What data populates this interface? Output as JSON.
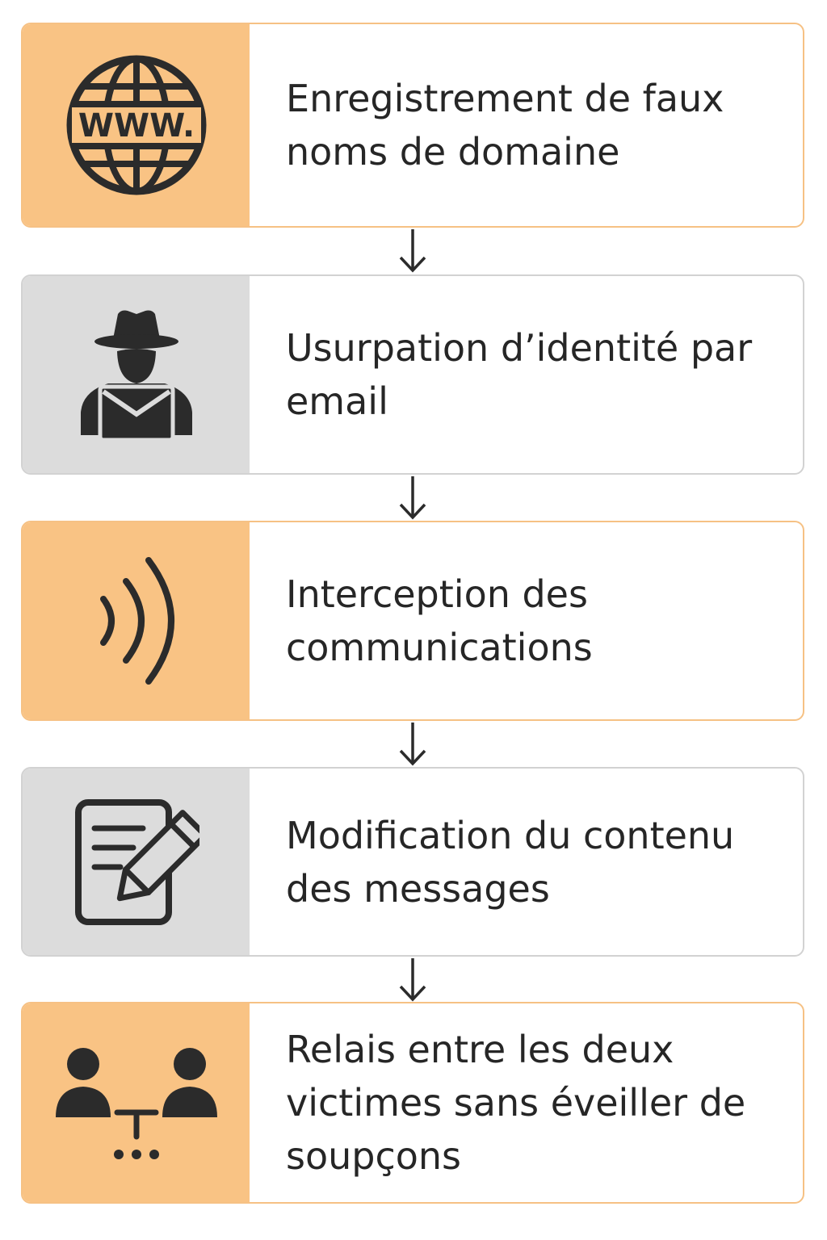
{
  "steps": [
    {
      "label": "Enregistrement de faux noms de domaine",
      "icon": "www-globe-icon",
      "tone": "orange",
      "icon_text": "WWW."
    },
    {
      "label": "Usurpation d’identité par email",
      "icon": "hacker-email-icon",
      "tone": "gray"
    },
    {
      "label": "Interception des communications",
      "icon": "signal-waves-icon",
      "tone": "orange"
    },
    {
      "label": "Modification du contenu des messages",
      "icon": "document-pencil-icon",
      "tone": "gray"
    },
    {
      "label": "Relais entre les deux victimes sans éveiller de soupçons",
      "icon": "two-people-relay-icon",
      "tone": "orange"
    }
  ],
  "colors": {
    "orange_fill": "#f9c384",
    "orange_border": "#f6c184",
    "gray_fill": "#dcdcdc",
    "gray_border": "#d2d2d2",
    "text": "#262626"
  }
}
